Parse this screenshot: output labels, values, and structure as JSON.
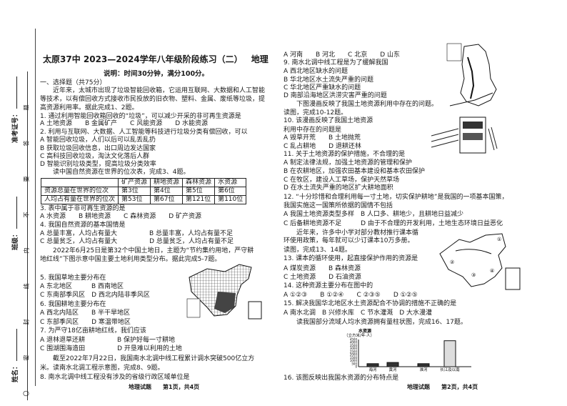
{
  "header": {
    "title": "太原37中 2023—2024学年八年级阶段练习（二）",
    "subject": "地理",
    "note": "说明：时间30分钟，满分100分。"
  },
  "binding_margin": {
    "labels": [
      "姓名：",
      "班级：",
      "准考证号："
    ],
    "seal_chars": [
      "〇",
      "密",
      "封",
      "线",
      "内",
      "不",
      "要",
      "答",
      "题"
    ]
  },
  "left_column": [
    "一、选择题（共75分）",
    "　　近年来，太城市出现了垃圾智能回收箱，它运用互联网、大数据和人工智能",
    "等技术，以有偿回收方式接收市民投放的旧衣物、塑料、金属、废纸等垃圾，提",
    "高资源利用率。据此完成1、2题。",
    "1. 通过利用智能回收箱回收的“垃圾”，可以减少开采的非可再生资源是",
    "A 土地资源　　B 金属矿产　　C 风能资源　　D 水能资源",
    "2. 利用与互联网、大数据、人工智能等科技进行垃圾分类有偿回收，可以",
    "A 智能回收垃圾，人们以后可以乱丢乱扔",
    "B 获取垃圾回收信息，出口周边发达国家",
    "C 高科技回收垃圾，淘汰文化落后人群",
    "D 智能识别垃圾类型，提高垃圾分类效率",
    "　　读中国自然资源在世界的位次表，完成3、4题。",
    "3. 表中属于非可再生资源的是",
    "A 水资源　　B 耕地资源　　C 森林资源　　D 矿产资源",
    "4. 我国自然资源的基本国情是",
    "A 总量丰富，人均占有量大　　　　　B 总量丰富，人均占有量不足",
    "C 总量贫乏，人均占有量大　　　　　D 总量贫乏，人均占有量不足",
    "　　2022年6月25日是第32个中国土地日，主题为“节约集约用地，严守耕",
    "地红线”下图示意中国主要土地利用类型分布。据此完成5-7题。",
    "5. 我国草地主要分布在",
    "A 东北地区　　　B 西南地区",
    "C 东南部季风区　D 西北内陆非季风区",
    "6. 我国耕地主要分布在",
    "A 西北内陆区　　B 半干旱地区",
    "C 东部季风区　　D 寒温带地区",
    "7. 为严守18亿亩耕地红线，我们应该",
    "A 退林退草还耕　　　　　B 保护好每一寸耕地",
    "C 围湖围海造田　　　　　D 开垦难以利用的土地",
    "　　截至2022年7月22日，我国南水北调中线工程累计调水突破500亿立方",
    "米。读南水北调工程示意图，完成8、9题。",
    "8. 南水北调中线工程没有涉及的省级行政区域单位是"
  ],
  "resource_table": {
    "headers": [
      "",
      "矿产资源",
      "耕地资源",
      "森林资源",
      "水资源"
    ],
    "rows": [
      [
        "资源总量在世界的位次",
        "第3位",
        "第4位",
        "第5位",
        "第6位"
      ],
      [
        "人均占有量在世界的位次",
        "第53位",
        "第67位",
        "第121位",
        "第110位"
      ]
    ]
  },
  "right_column": [
    "A 河南　　B 河北　　C 北京　　D 山东",
    "9. 南水北调中线工程是为了缓解我国",
    "A 西北地区缺水的问题",
    "B 华北地区水土流失严重的问题",
    "C 华北地区严重缺水的问题",
    "D 南部沿海地区洪涝灾害严重的问题",
    "　　下图漫画反映了我国土地资源利用中存在的问题。",
    "读图，完成10-12题。",
    "10. 该漫画反映了我国土地资源",
    "利用中存在的问题是",
    "A 毁草开荒　　B 土地抛荒",
    "C 乱占耕地　　D 退耕还林",
    "11. 关于土地资源的保护措施，不合理的是",
    "A 制定法律法规，加强土地资源的管理和保护",
    "B 在农耕地区，加强农田基本建设和基本农田保护",
    "C 在牧区，建设人工草场，保护天然草场",
    "D 在水土流失严重的地区扩大耕地面积",
    "12. “十分珍惜和合理利用每一寸土地，切实保护耕地”是我国的一项基本国策，",
    "我国实施这一国策所依据的国情不包括",
    "A 我国土地资源类型多样　B 人口多、耕地少，且耕地日益减少",
    "C 后备耕地资源不足　　　D 由于不合理的开发利用，土地生态环境日益恶化",
    "　　近年来，许多中小学对部分教材推行课本循",
    "环使用政策，每年就可以少订课本10万多册。",
    "读图，完成13、14题。",
    "13. 课本的循环使用，起直接保护作用的资源是",
    "A 煤炭资源　　B 森林资源",
    "C 土地资源　　D 石油资源",
    "14. 这种资源主要分布在图中的",
    "A ①②③　　B ①②④　　C ②③⑤　　D ①②⑤",
    "15. 解决我国华北地区水土资源配合不协调的措施不正确的是",
    "A 南水北调　B 兴修水库　C 节水灌溉　D 大水漫灌",
    "　　读我国部分流域人均水资源拥有量柱状图，完成16、17题。",
    "16. 该图反映出我国水资源的分布特点是"
  ],
  "footers": [
    "地理试题　　第1页，共4页",
    "地理试题　　第2页，共4页"
  ],
  "chart_data": {
    "type": "bar",
    "title": "水资源",
    "ylabel": "（立方米/年·人）",
    "categories": [
      "海河",
      "黄河",
      "淮河",
      "长江及以南"
    ],
    "values": [
      500,
      700,
      500,
      4300
    ],
    "ylim": [
      0,
      4500
    ],
    "yticks": [
      0,
      500,
      1000,
      1500,
      2000,
      2500,
      3000,
      3500,
      4000,
      4500
    ],
    "grid": false
  },
  "colors": {
    "ink": "#1a1a1a",
    "paper": "#ffffff"
  }
}
